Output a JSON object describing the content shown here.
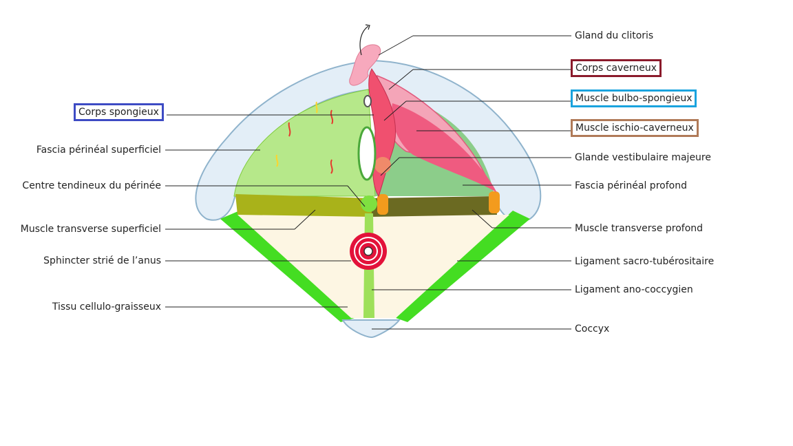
{
  "labels_left": [
    {
      "id": "corps-spongieux",
      "text": "Corps spongieux"
    },
    {
      "id": "fascia-perineal-superficiel",
      "text": "Fascia périnéal superficiel"
    },
    {
      "id": "centre-tendineux",
      "text": "Centre tendineux du périnée"
    },
    {
      "id": "muscle-transverse-superficiel",
      "text": "Muscle transverse superficiel"
    },
    {
      "id": "sphincter-strie",
      "text": "Sphincter strié de l’anus"
    },
    {
      "id": "tissu-cellulo-graisseux",
      "text": "Tissu cellulo-graisseux"
    }
  ],
  "labels_right": [
    {
      "id": "gland-du-clitoris",
      "text": "Gland du clitoris"
    },
    {
      "id": "corps-caverneux",
      "text": "Corps caverneux"
    },
    {
      "id": "muscle-bulbo-spongieux",
      "text": "Muscle bulbo-spongieux"
    },
    {
      "id": "muscle-ischio-caverneux",
      "text": "Muscle ischio-caverneux"
    },
    {
      "id": "glande-vestibulaire-majeure",
      "text": "Glande vestibulaire majeure"
    },
    {
      "id": "fascia-perineal-profond",
      "text": "Fascia périnéal profond"
    },
    {
      "id": "muscle-transverse-profond",
      "text": "Muscle transverse profond"
    },
    {
      "id": "ligament-sacro-tuberositaire",
      "text": "Ligament sacro-tubérositaire"
    },
    {
      "id": "ligament-ano-coccygien",
      "text": "Ligament ano-coccygien"
    },
    {
      "id": "coccyx",
      "text": "Coccyx"
    }
  ],
  "box_colors": {
    "corps_spongieux": "#3d4bc4",
    "corps_caverneux": "#8b1a2b",
    "muscle_bulbo_spongieux": "#1aa3de",
    "muscle_ischio_caverneux": "#b07a58"
  }
}
